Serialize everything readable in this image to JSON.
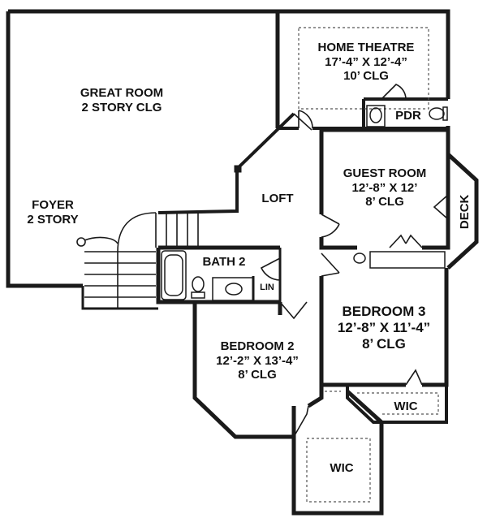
{
  "plan": {
    "rooms": [
      {
        "id": "home-theatre",
        "name": "HOME THEATRE",
        "dims": "17’-4” X 12’-4”",
        "ceiling": "10’ CLG"
      },
      {
        "id": "pdr",
        "name": "PDR"
      },
      {
        "id": "great-room",
        "name": "GREAT ROOM",
        "ceiling": "2 STORY CLG"
      },
      {
        "id": "guest-room",
        "name": "GUEST ROOM",
        "dims": "12’-8” X 12’",
        "ceiling": "8’ CLG"
      },
      {
        "id": "deck",
        "name": "DECK"
      },
      {
        "id": "loft",
        "name": "LOFT"
      },
      {
        "id": "foyer",
        "name": "FOYER",
        "ceiling": "2 STORY"
      },
      {
        "id": "bath-2",
        "name": "BATH 2"
      },
      {
        "id": "lin",
        "name": "LIN"
      },
      {
        "id": "bedroom-3",
        "name": "BEDROOM 3",
        "dims": "12’-8” X 11’-4”",
        "ceiling": "8’ CLG"
      },
      {
        "id": "bedroom-2",
        "name": "BEDROOM 2",
        "dims": "12’-2” X 13’-4”",
        "ceiling": "8’ CLG"
      },
      {
        "id": "wic-1",
        "name": "WIC"
      },
      {
        "id": "wic-2",
        "name": "WIC"
      }
    ],
    "colors": {
      "wall": "#1a1a1a",
      "background": "#ffffff",
      "dashed": "#555555"
    }
  }
}
